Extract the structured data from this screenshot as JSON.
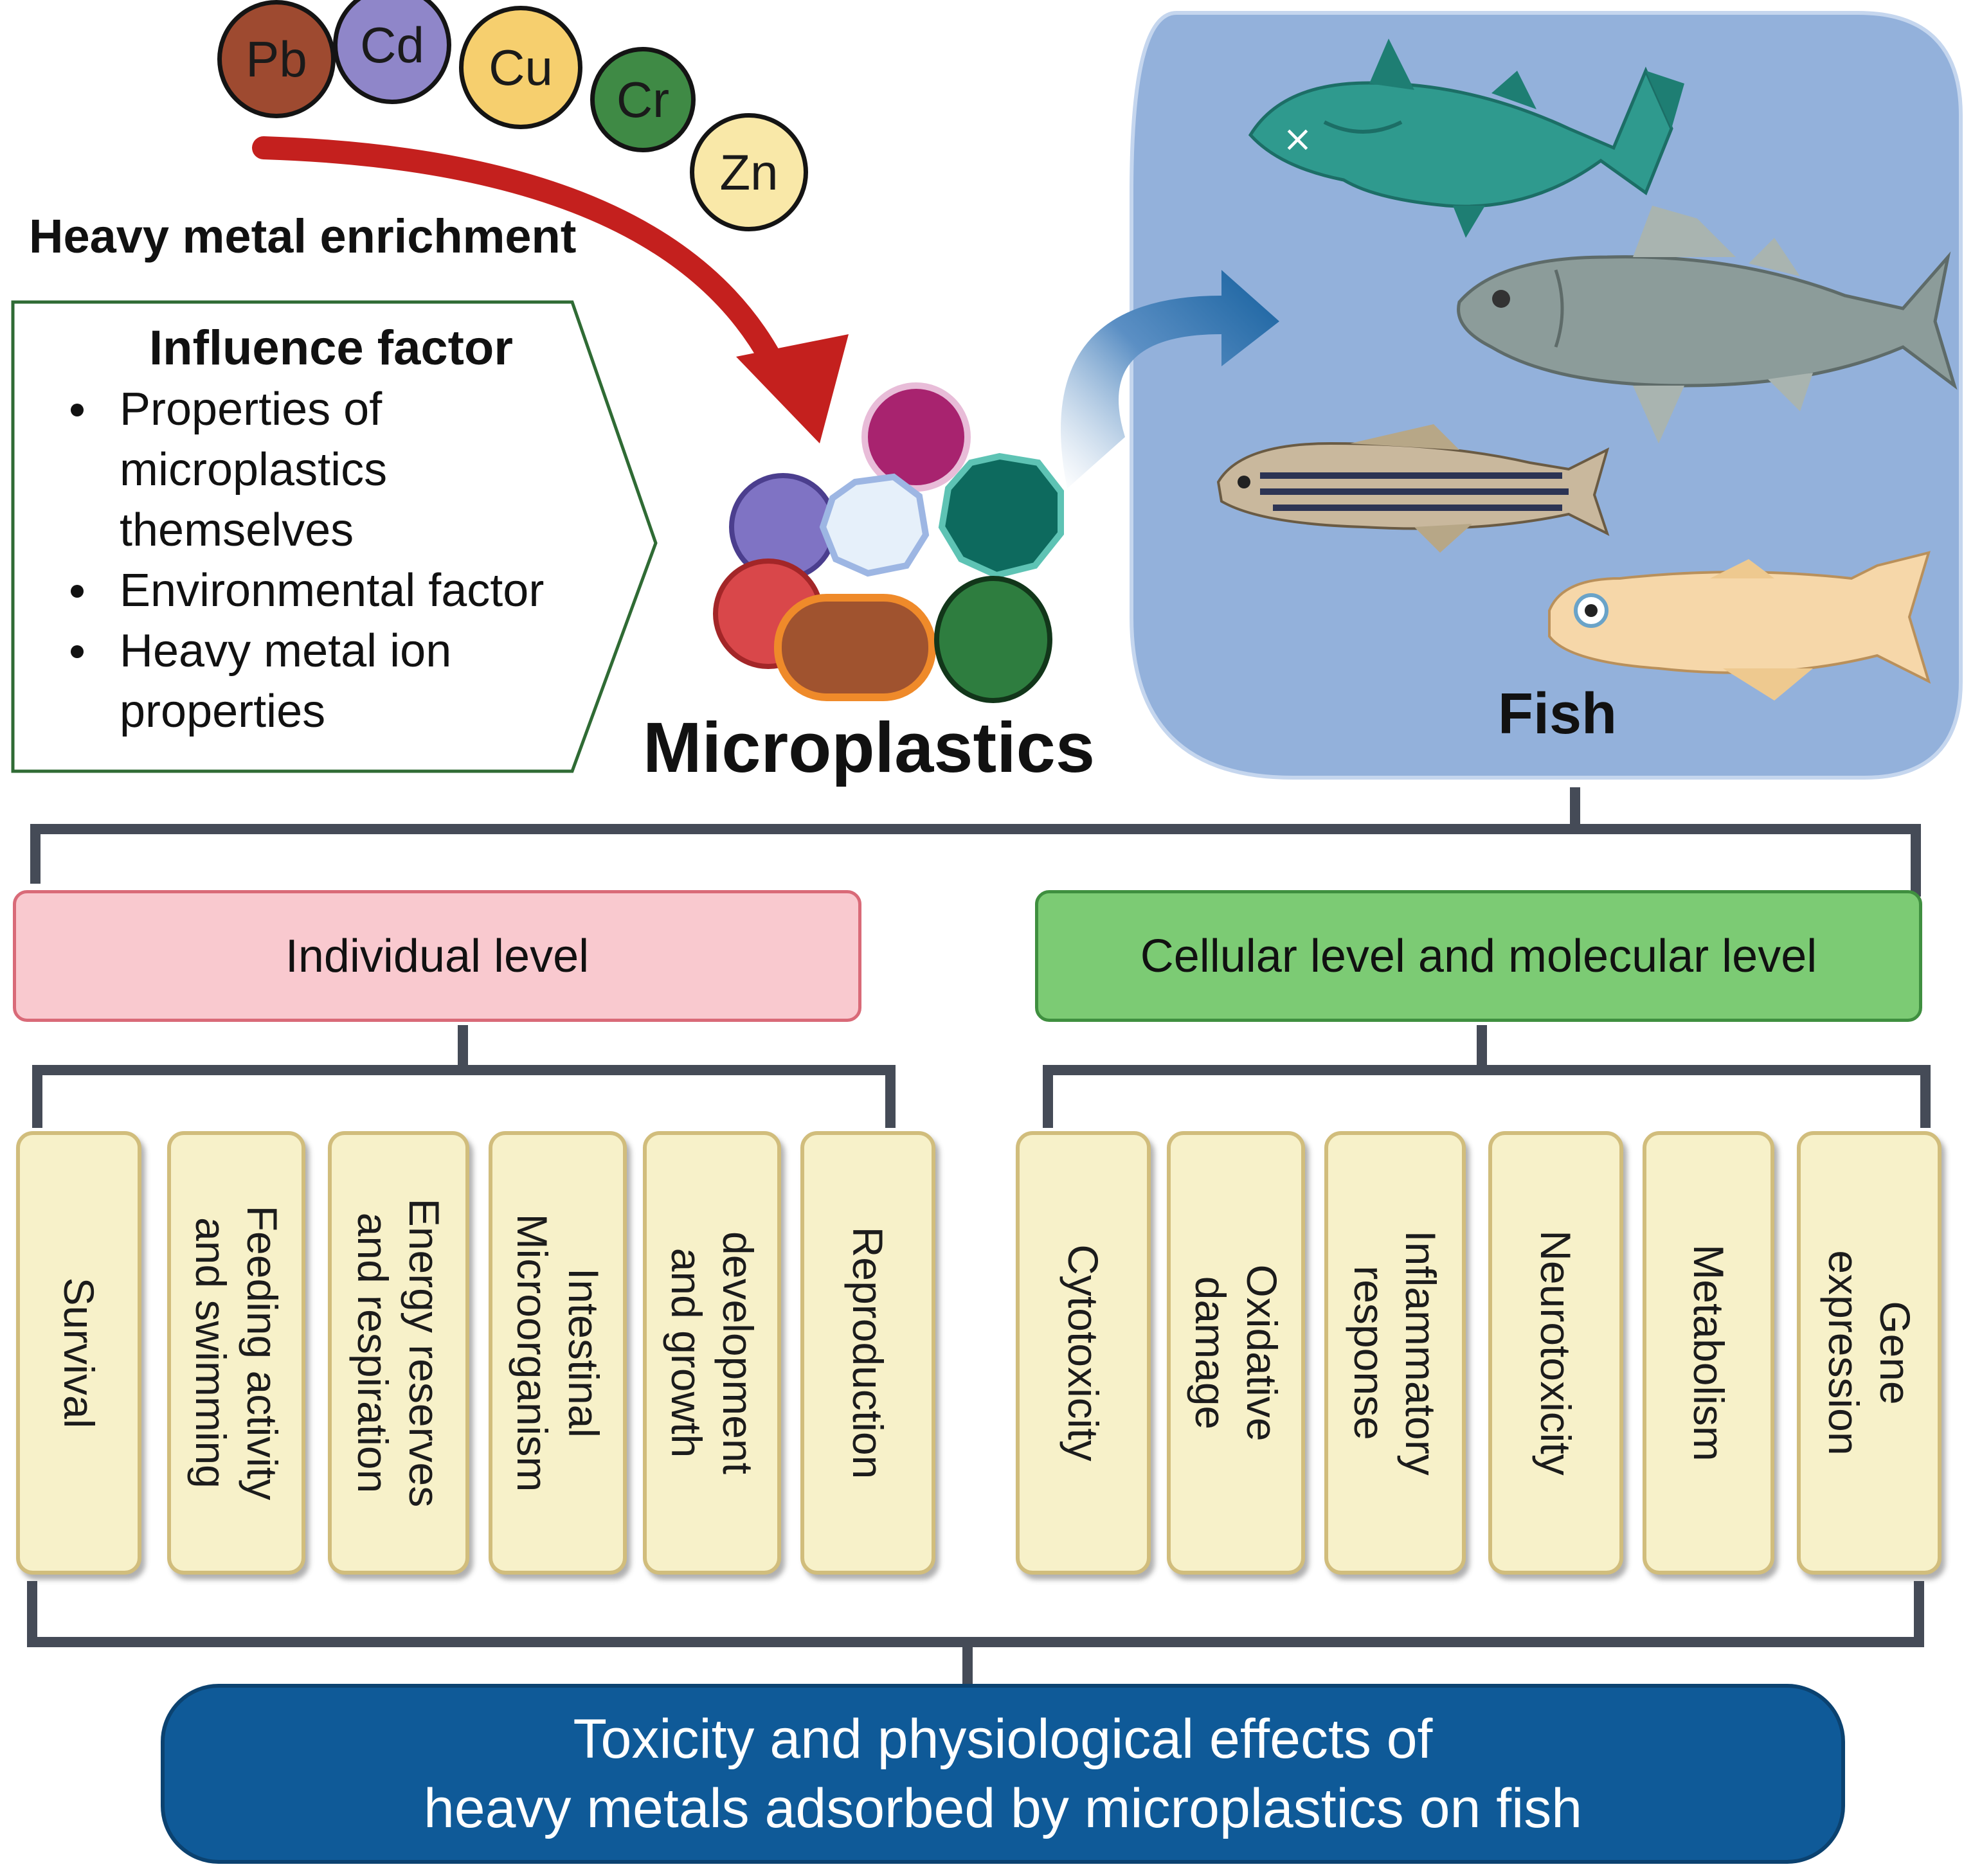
{
  "heavy_metals": {
    "label": "Heavy metal enrichment",
    "ions": [
      {
        "symbol": "Pb",
        "color": "#9e4a30"
      },
      {
        "symbol": "Cd",
        "color": "#8f86c9"
      },
      {
        "symbol": "Cu",
        "color": "#f6cf6e"
      },
      {
        "symbol": "Cr",
        "color": "#3f8a45"
      },
      {
        "symbol": "Zn",
        "color": "#f9e8a8"
      }
    ],
    "arrow_color": "#c4201e"
  },
  "influence_factor": {
    "title": "Influence factor",
    "items": [
      "Properties of\nmicroplastics\nthemselves",
      "Environmental factor",
      "Heavy metal ion\nproperties"
    ],
    "border_color": "#2f6b34"
  },
  "microplastics": {
    "label": "Microplastics",
    "particle_colors": [
      "#a8236f",
      "#7f73c4",
      "#e6f0fa",
      "#0d6a5e",
      "#d9474a",
      "#a0532f",
      "#2e7d3f"
    ]
  },
  "fish": {
    "label": "Fish",
    "panel_color": "#93b1db",
    "arrow_color": "#15609e"
  },
  "levels": {
    "individual": {
      "label": "Individual level",
      "fill": "#f9c9cf",
      "border": "#d96a78",
      "effects": [
        "Survival",
        "Feeding activity\nand swimming",
        "Energy reserves\nand respiration",
        "Intestinal\nMicroorganism",
        "development\nand growth",
        "Reproduction"
      ]
    },
    "cellular": {
      "label": "Cellular level and molecular level",
      "fill": "#7ccb74",
      "border": "#3f8f3f",
      "effects": [
        "Cytotoxicity",
        "Oxidative\ndamage",
        "Inflammatory\nresponse",
        "Neurotoxicity",
        "Metabolism",
        "Gene\nexpression"
      ]
    }
  },
  "conclusion": {
    "text": "Toxicity and physiological effects of\nheavy metals adsorbed by microplastics on fish"
  }
}
